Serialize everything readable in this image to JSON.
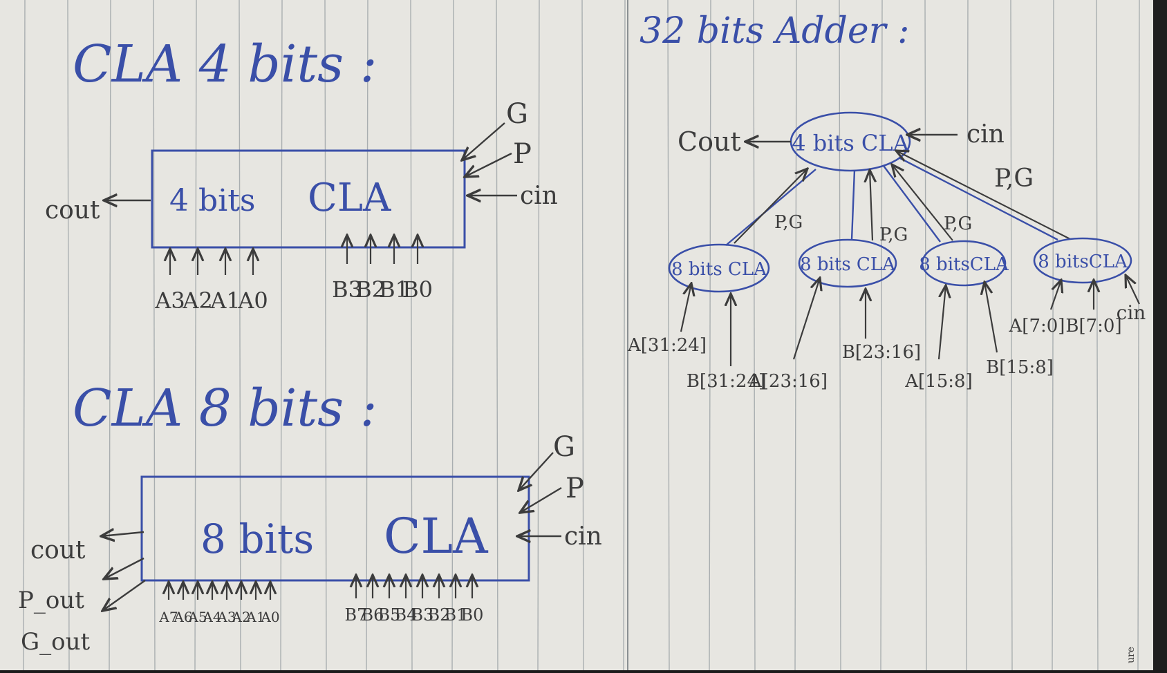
{
  "section_cla4": {
    "heading": "CLA 4 bits :",
    "box_label_left": "4 bits",
    "box_label_right": "CLA",
    "out_left": "cout",
    "in_g": "G",
    "in_p": "P",
    "in_cin": "cin",
    "a_inputs": [
      "A3",
      "A2",
      "A1",
      "A0"
    ],
    "b_inputs": [
      "B3",
      "B2",
      "B1",
      "B0"
    ]
  },
  "section_cla8": {
    "heading": "CLA 8 bits :",
    "box_label_left": "8 bits",
    "box_label_right": "CLA",
    "out_cout": "cout",
    "out_p": "P_out",
    "out_g": "G_out",
    "in_g": "G",
    "in_p": "P",
    "in_cin": "cin",
    "a_inputs": [
      "A7",
      "A6",
      "A5",
      "A4",
      "A3",
      "A2",
      "A1",
      "A0"
    ],
    "b_inputs": [
      "B7",
      "B6",
      "B5",
      "B4",
      "B3",
      "B2",
      "B1",
      "B0"
    ]
  },
  "section_adder32": {
    "heading": "32 bits Adder :",
    "top_node": "4 bits CLA",
    "top_out": "Cout",
    "top_in": "cin",
    "pg_labels": [
      "P,G",
      "P,G",
      "P,G",
      "P,G"
    ],
    "nodes": [
      {
        "label": "8 bits CLA",
        "a": "A[31:24]",
        "b": "B[31:24]"
      },
      {
        "label": "8 bits CLA",
        "a": "A[23:16]",
        "b": "B[23:16]"
      },
      {
        "label": "8 bitsCLA",
        "a": "A[15:8]",
        "b": "B[15:8]"
      },
      {
        "label": "8 bitsCLA",
        "a": "A[7:0]",
        "b": "B[7:0]",
        "cin": "cin"
      }
    ]
  },
  "edge_text": "ure",
  "colors": {
    "paper": "#e7e6e1",
    "rule": "#9da3a6",
    "ink_blue": "#3a4fa8",
    "ink_dark": "#3c3c3c",
    "background": "#1b1b1b"
  }
}
